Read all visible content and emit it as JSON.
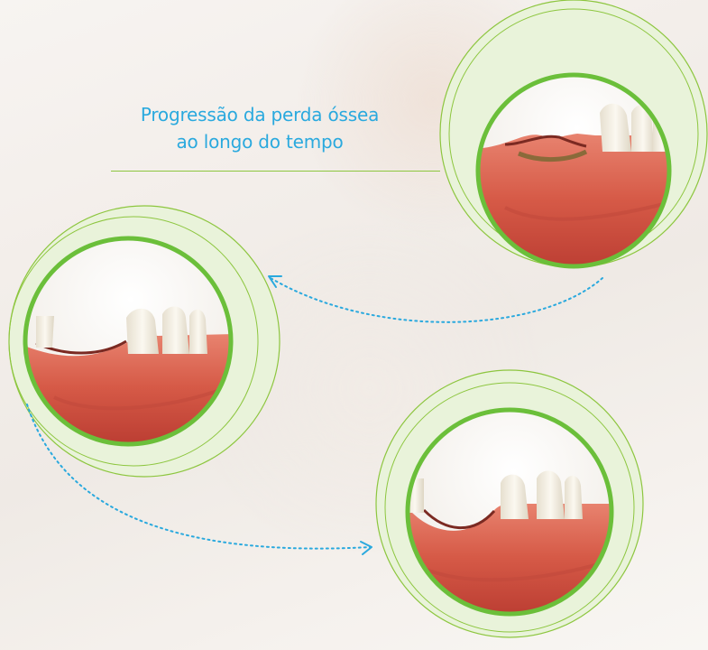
{
  "heading": {
    "line1": "Progressão da perda óssea",
    "line2": "ao longo do tempo"
  },
  "colors": {
    "accent_blue": "#2aa9de",
    "ring_green": "#6bbf3a",
    "halo_green": "#e4f0cf",
    "gum_red": "#c9463a",
    "tooth": "#f4efe4"
  },
  "stages": [
    {
      "name": "stage-initial-tooth-loss",
      "icon": "jaw-cross-section-icon"
    },
    {
      "name": "stage-moderate-bone-loss",
      "icon": "jaw-cross-section-icon"
    },
    {
      "name": "stage-advanced-bone-loss",
      "icon": "jaw-cross-section-icon"
    }
  ],
  "arrows": [
    {
      "name": "progression-arrow-1",
      "icon": "dotted-arrow-icon"
    },
    {
      "name": "progression-arrow-2",
      "icon": "dotted-arrow-icon"
    }
  ]
}
